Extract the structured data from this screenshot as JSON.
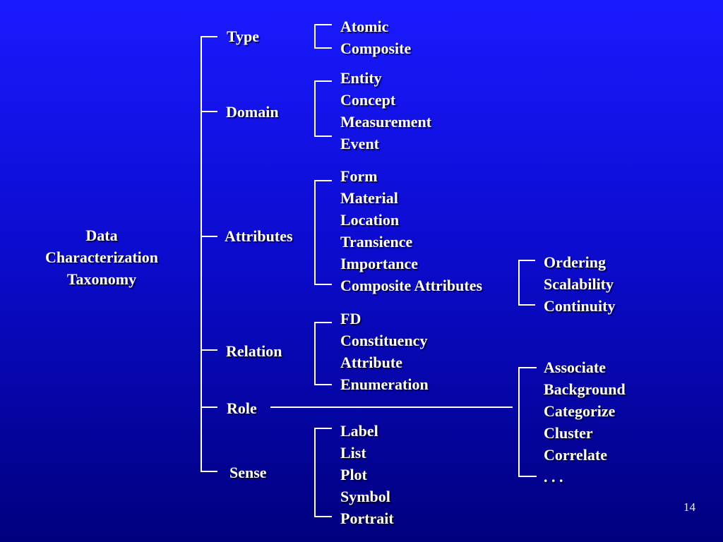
{
  "root": {
    "line1": "Data",
    "line2": "Characterization",
    "line3": "Taxonomy"
  },
  "categories": {
    "type": "Type",
    "domain": "Domain",
    "attributes": "Attributes",
    "relation": "Relation",
    "role": "Role",
    "sense": "Sense"
  },
  "type_items": [
    "Atomic",
    "Composite"
  ],
  "domain_items": [
    "Entity",
    "Concept",
    "Measurement",
    "Event"
  ],
  "attribute_items": [
    "Form",
    "Material",
    "Location",
    "Transience",
    "Importance",
    "Composite Attributes"
  ],
  "composite_attribute_items": [
    "Ordering",
    "Scalability",
    "Continuity"
  ],
  "relation_items": [
    "FD",
    "Constituency",
    "Attribute",
    "Enumeration"
  ],
  "role_items": [
    "Associate",
    "Background",
    "Categorize",
    "Cluster",
    "Correlate",
    ". . ."
  ],
  "sense_items": [
    "Label",
    "List",
    "Plot",
    "Symbol",
    "Portrait"
  ],
  "page_number": "14"
}
